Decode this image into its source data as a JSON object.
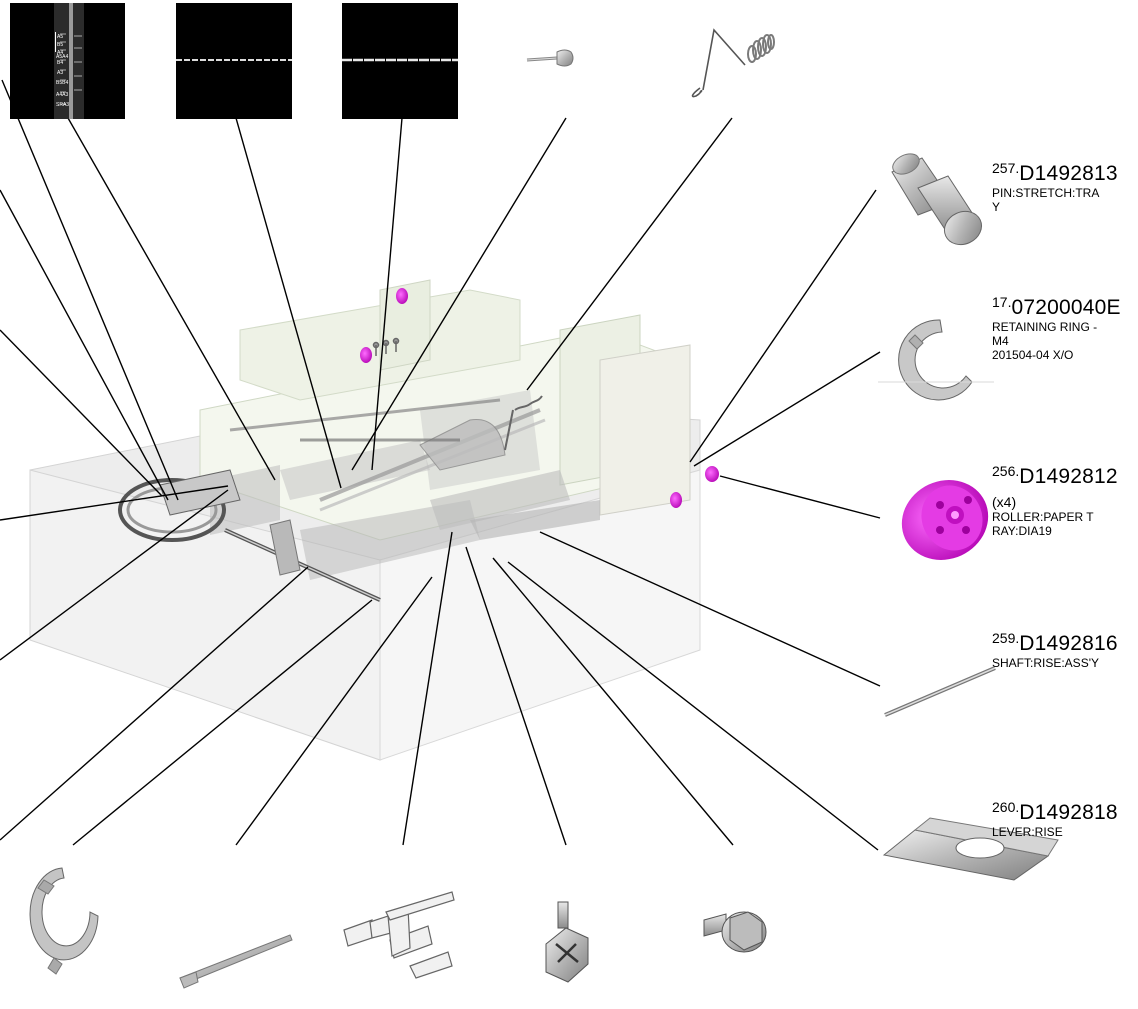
{
  "callouts": [
    {
      "id": "257",
      "part": "D1492813",
      "desc": [
        "PIN:STRETCH:TRA",
        "Y"
      ]
    },
    {
      "id": "17",
      "part": "07200040E",
      "desc": [
        "RETAINING RING -",
        "M4",
        "201504-04 X/O"
      ]
    },
    {
      "id": "256",
      "part": "D1492812",
      "qty": "(x4)",
      "desc": [
        "ROLLER:PAPER T",
        "RAY:DIA19"
      ]
    },
    {
      "id": "259",
      "part": "D1492816",
      "desc": [
        "SHAFT:RISE:ASS'Y"
      ]
    },
    {
      "id": "260",
      "part": "D1492818",
      "desc": [
        "LEVER:RISE"
      ]
    }
  ],
  "thumbnail_labels": [
    "A5",
    "B5",
    "A4",
    "B4",
    "A3",
    "A5A4",
    "B5B4",
    "A4A3",
    "SRA3"
  ],
  "icons": [
    "tray-label-strip",
    "film-strip-1",
    "film-strip-2",
    "pin-key",
    "torsion-spring",
    "stretch-pin",
    "retaining-ring",
    "paper-roller",
    "rise-shaft",
    "rise-lever",
    "e-ring",
    "flat-bar",
    "h-bracket",
    "screw",
    "flange-bolt",
    "paper-tray-assembly"
  ],
  "colors": {
    "highlight": "#e020e0",
    "line": "#000000",
    "metal": "#b8b8b8"
  }
}
